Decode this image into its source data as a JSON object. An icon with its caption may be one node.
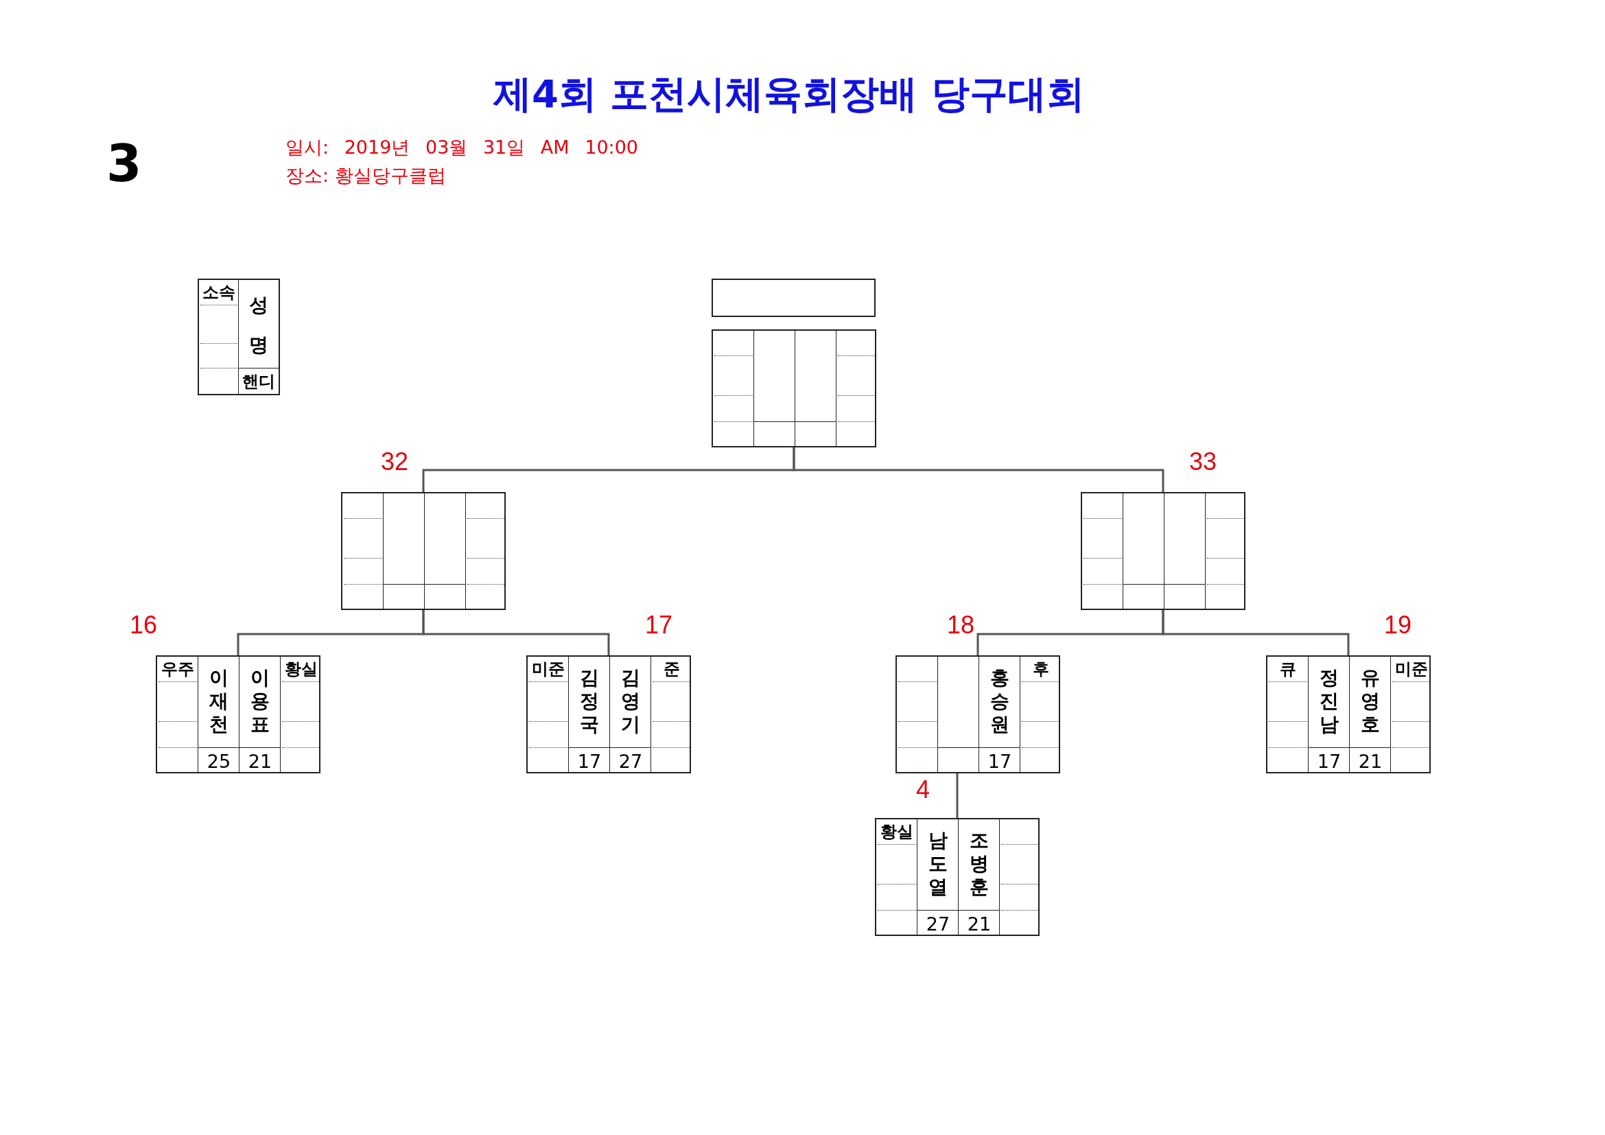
{
  "diagram": {
    "title": "제4회 포천시체육회장배 당구대회",
    "nodes": [
      {
        "text": [
          "소속",
          "성 명",
          "핸디"
        ]
      },
      {
        "text": [],
        "shape": "box"
      },
      {
        "text": [],
        "shape": "box"
      },
      {
        "text": [],
        "shape": "box",
        "beside": [
          "32"
        ]
      },
      {
        "text": [],
        "shape": "box",
        "beside": [
          "33"
        ]
      },
      {
        "text": [
          "우주",
          "이재천",
          "이용표",
          "황실",
          "25",
          "21"
        ],
        "beside": [
          "16"
        ]
      },
      {
        "text": [
          "미준",
          "김정국",
          "김영기",
          "준",
          "17",
          "27"
        ],
        "beside": [
          "17"
        ]
      },
      {
        "text": [
          "홍승원",
          "후",
          "17"
        ],
        "beside": [
          "18"
        ]
      },
      {
        "text": [
          "큐",
          "정진남",
          "유영호",
          "미준",
          "17",
          "21"
        ],
        "beside": [
          "19"
        ]
      },
      {
        "text": [
          "황실",
          "남도열",
          "조병훈",
          "27",
          "21"
        ],
        "beside": [
          "4"
        ]
      }
    ],
    "edges": [
      {
        "from": 2,
        "to": 3,
        "arrow": "none"
      },
      {
        "from": 2,
        "to": 4,
        "arrow": "none"
      },
      {
        "from": 3,
        "to": 5,
        "arrow": "none"
      },
      {
        "from": 3,
        "to": 6,
        "arrow": "none"
      },
      {
        "from": 4,
        "to": 7,
        "arrow": "none"
      },
      {
        "from": 4,
        "to": 8,
        "arrow": "none"
      },
      {
        "from": 7,
        "to": 9,
        "arrow": "none"
      }
    ],
    "labels": [
      "3",
      "일시: 2019년 03월 31일 AM 10:00",
      "장소: 황실당구클럽"
    ]
  }
}
